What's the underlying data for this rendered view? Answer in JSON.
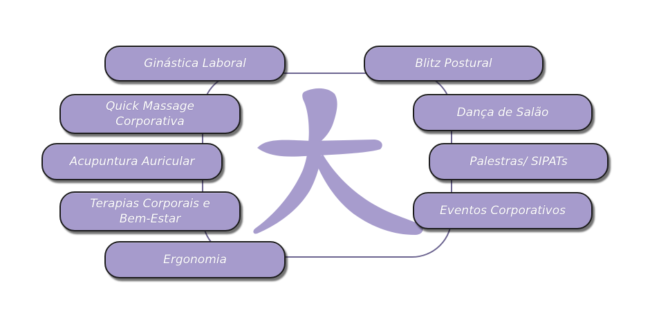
{
  "services": {
    "left": [
      {
        "label": "Ginástica Laboral"
      },
      {
        "label": "Quick Massage\nCorporativa"
      },
      {
        "label": "Acupuntura Auricular"
      },
      {
        "label": "Terapias Corporais e\nBem-Estar"
      },
      {
        "label": "Ergonomia"
      }
    ],
    "right": [
      {
        "label": "Blitz Postural"
      },
      {
        "label": "Dança de Salão"
      },
      {
        "label": "Palestras/ SIPATs"
      },
      {
        "label": "Eventos Corporativos"
      }
    ]
  },
  "colors": {
    "pill_fill": "#a69bcc",
    "pill_border": "#1c1c1c",
    "glyph": "#a79ccd",
    "frame": "#6c6490"
  },
  "center_symbol": {
    "icon": "da-kanji-icon"
  }
}
